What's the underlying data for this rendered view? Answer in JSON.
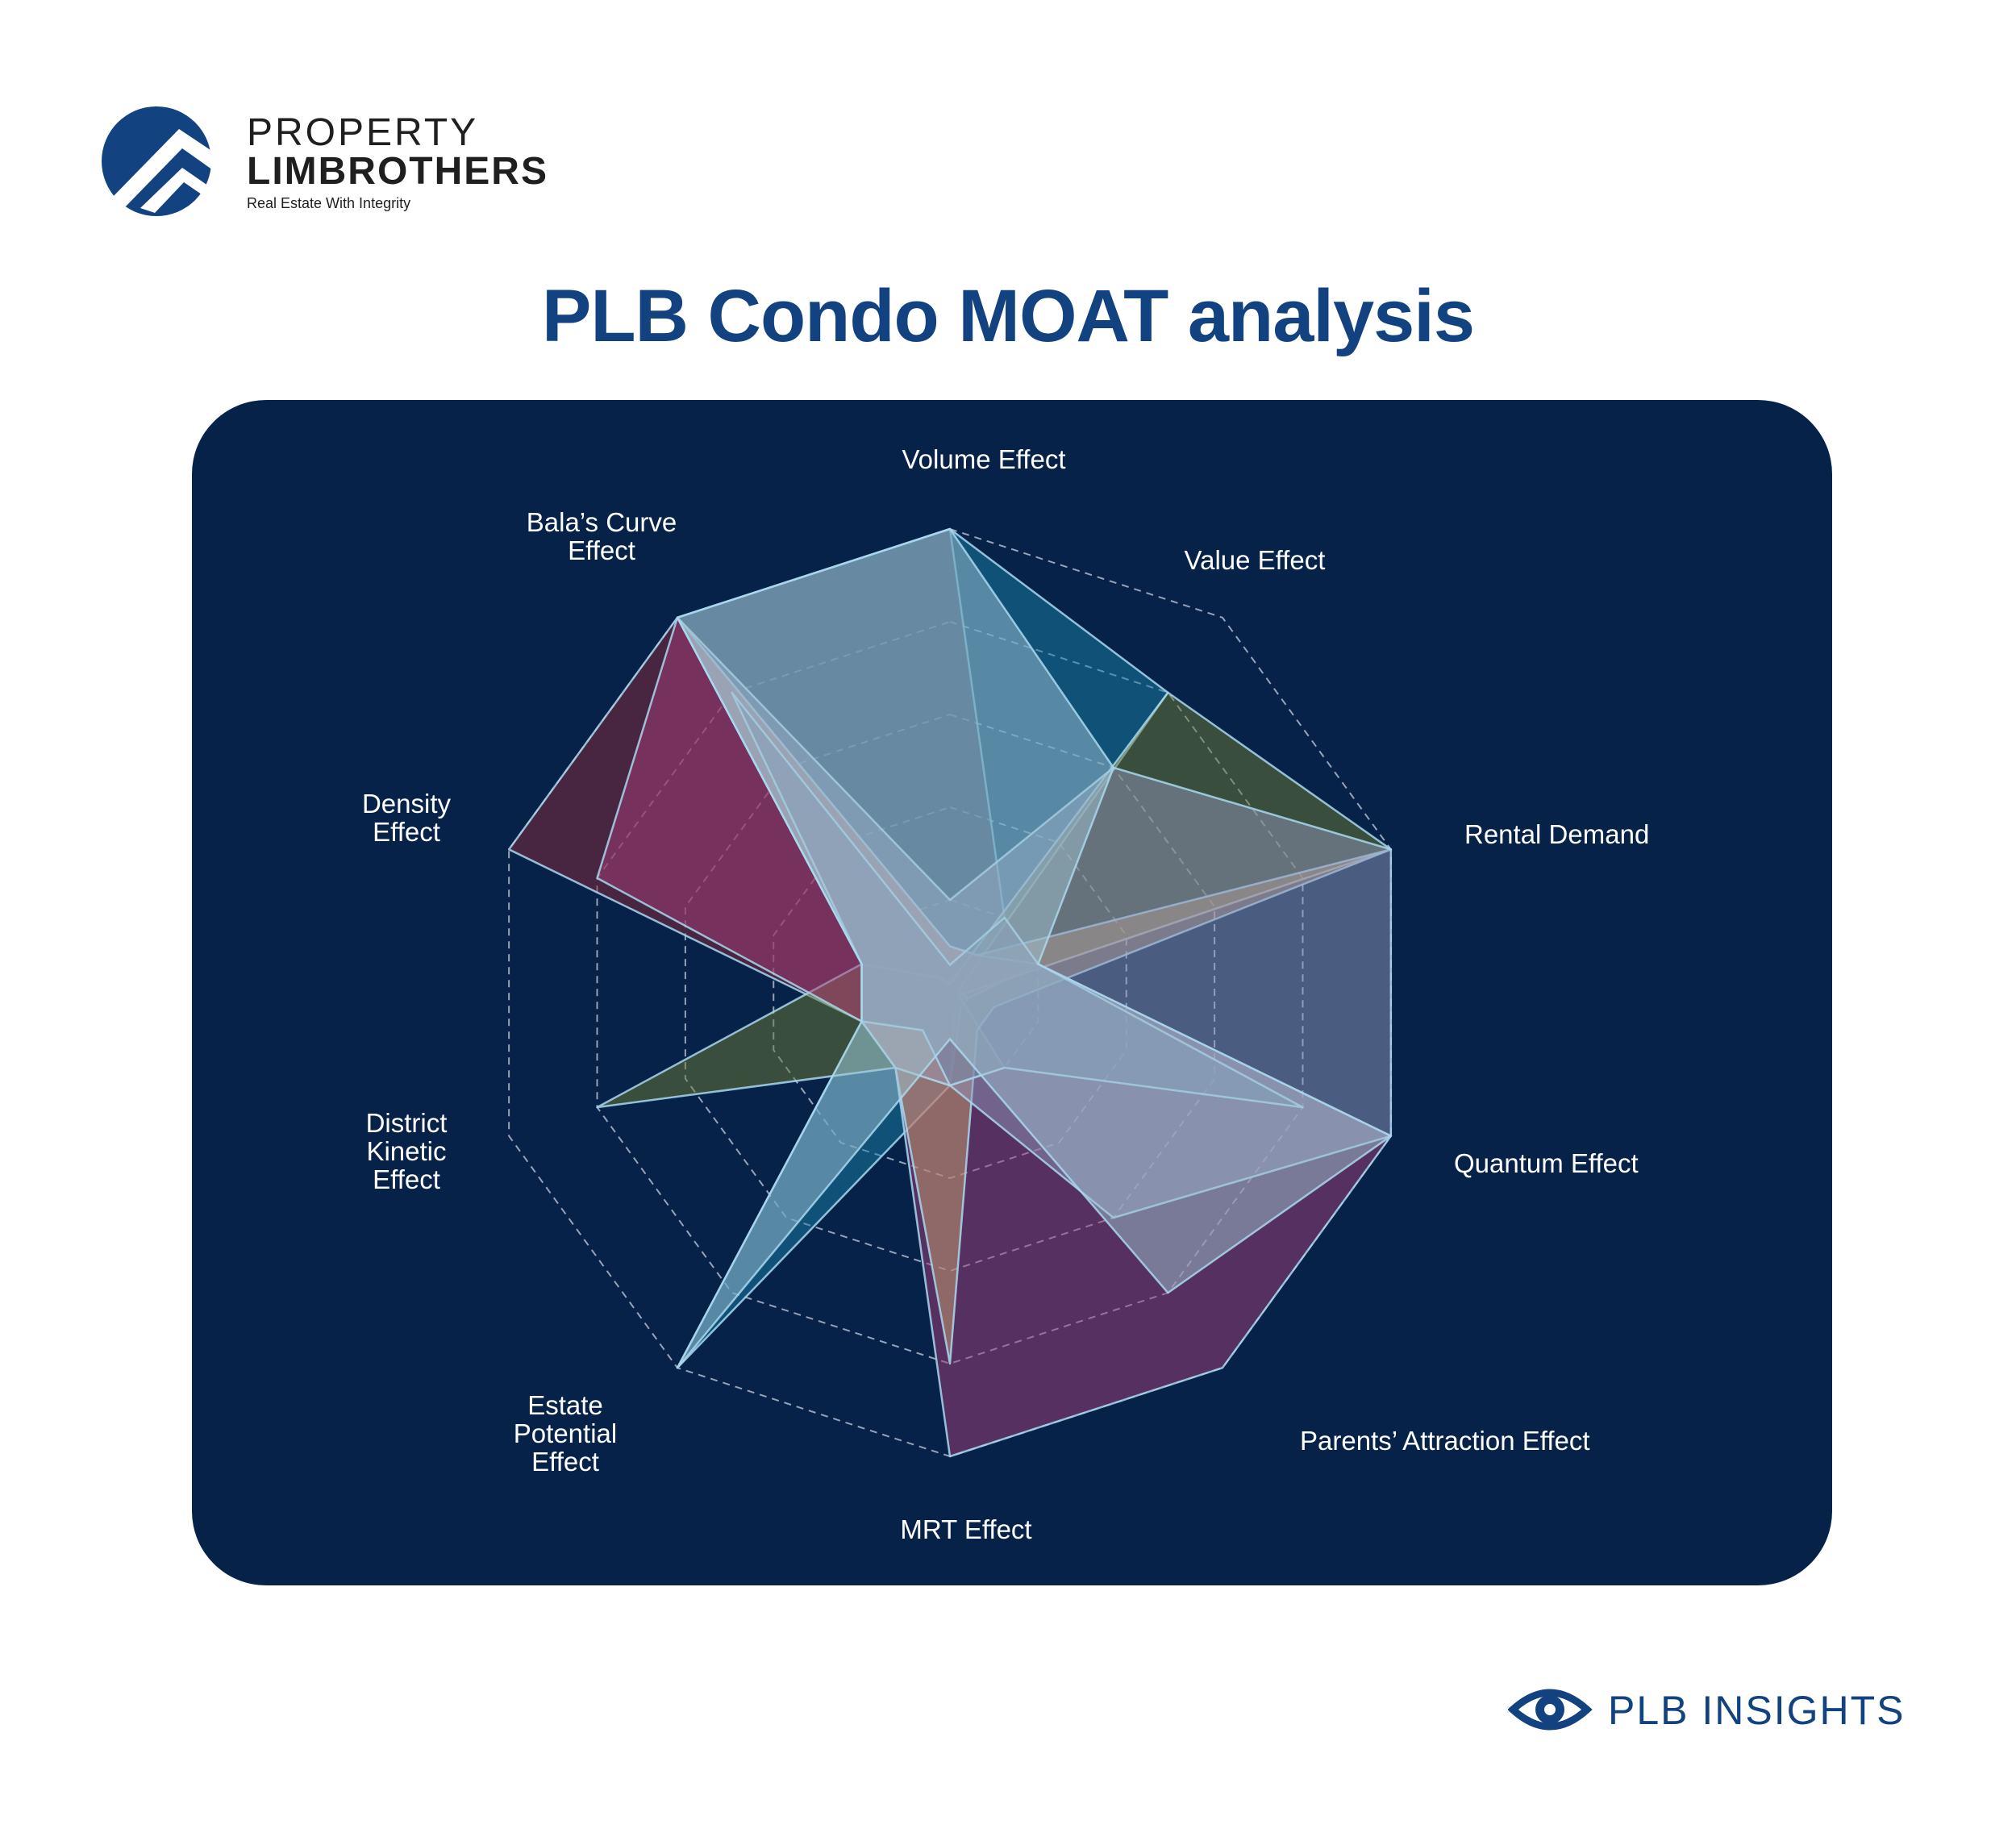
{
  "brand": {
    "name_top": "PROPERTY",
    "name_bottom": "LIMBROTHERS",
    "tagline": "Real Estate With Integrity",
    "color": "#124280"
  },
  "page": {
    "title": "PLB Condo MOAT analysis",
    "title_color": "#124280",
    "panel_color": "#062249"
  },
  "footer": {
    "brand": "PLB INSIGHTS",
    "icon": "eye-icon"
  },
  "chart_data": {
    "type": "radar",
    "axes": [
      "Volume Effect",
      "Value Effect",
      "Rental Demand",
      "Quantum Effect",
      "Parents’ Attraction Effect",
      "MRT Effect",
      "Estate Potential Effect",
      "District Kinetic Effect",
      "Density Effect",
      "Bala’s Curve Effect"
    ],
    "range": [
      0,
      5
    ],
    "rings": 5,
    "series": [
      {
        "color": "#8a2a3c",
        "values": [
          5,
          1,
          1,
          0.2,
          0.1,
          1,
          1,
          1,
          5,
          5
        ]
      },
      {
        "color": "#1a7fa8",
        "values": [
          5,
          4,
          0.1,
          0.2,
          0.2,
          1,
          5,
          1,
          1,
          5
        ]
      },
      {
        "color": "#6d7a32",
        "values": [
          0.1,
          4,
          5,
          0.1,
          1,
          1,
          1,
          4,
          1,
          0.2
        ]
      },
      {
        "color": "#a33d78",
        "values": [
          0.5,
          0.5,
          1,
          5,
          5,
          5,
          1,
          1,
          4,
          5
        ]
      },
      {
        "color": "#c9a070",
        "values": [
          0.5,
          0.5,
          5,
          0.5,
          0.5,
          4,
          1,
          1,
          1,
          5
        ]
      },
      {
        "color": "#8f95ba",
        "values": [
          1,
          3,
          5,
          5,
          3,
          1,
          1,
          1,
          1,
          5
        ]
      },
      {
        "color": "#6c82a8",
        "values": [
          0.3,
          1,
          1,
          4,
          1,
          1,
          0.5,
          1,
          1,
          4
        ]
      },
      {
        "color": "#9ec2d0",
        "values": [
          5,
          3,
          1,
          5,
          4,
          0.5,
          5,
          1,
          1,
          5
        ]
      }
    ]
  }
}
